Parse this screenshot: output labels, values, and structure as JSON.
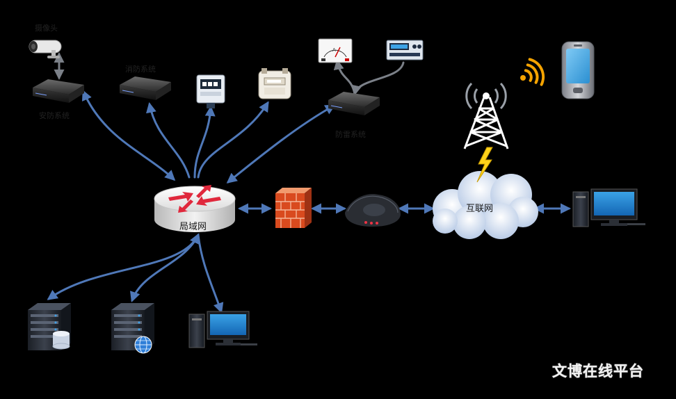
{
  "labels": {
    "camera": "摄像头",
    "security": "安防系统",
    "fire": "消防系统",
    "defense": "防雷系统",
    "lan": "局域网",
    "internet": "互联网"
  },
  "watermark": "文博在线平台",
  "colors": {
    "link": "#4f78b8",
    "background": "#000000",
    "router_arrow": "#e0283c",
    "firewall": "#d94a1e",
    "lightning": "#ffd21a",
    "signal": "#f5a300"
  },
  "nodes": [
    {
      "id": "camera",
      "icon": "camera-icon",
      "label_key": "camera"
    },
    {
      "id": "security-dvr",
      "icon": "dvr-device-icon",
      "label_key": "security"
    },
    {
      "id": "fire-dvr",
      "icon": "dvr-device-icon",
      "label_key": "fire"
    },
    {
      "id": "electric-meter",
      "icon": "electric-meter-icon"
    },
    {
      "id": "gas-meter",
      "icon": "gas-meter-icon"
    },
    {
      "id": "analog-meter",
      "icon": "analog-meter-icon"
    },
    {
      "id": "digital-panel",
      "icon": "digital-panel-icon"
    },
    {
      "id": "defense-dvr",
      "icon": "dvr-device-icon",
      "label_key": "defense"
    },
    {
      "id": "lan-router",
      "icon": "router-icon",
      "label_key": "lan"
    },
    {
      "id": "firewall",
      "icon": "firewall-icon"
    },
    {
      "id": "modem",
      "icon": "modem-icon"
    },
    {
      "id": "internet-cloud",
      "icon": "cloud-icon",
      "label_key": "internet"
    },
    {
      "id": "radio-tower",
      "icon": "radio-tower-icon"
    },
    {
      "id": "mobile-phone",
      "icon": "mobile-phone-icon"
    },
    {
      "id": "remote-pc",
      "icon": "desktop-pc-icon"
    },
    {
      "id": "db-server",
      "icon": "database-server-icon"
    },
    {
      "id": "web-server",
      "icon": "web-server-icon"
    },
    {
      "id": "local-pc",
      "icon": "desktop-pc-icon"
    }
  ]
}
